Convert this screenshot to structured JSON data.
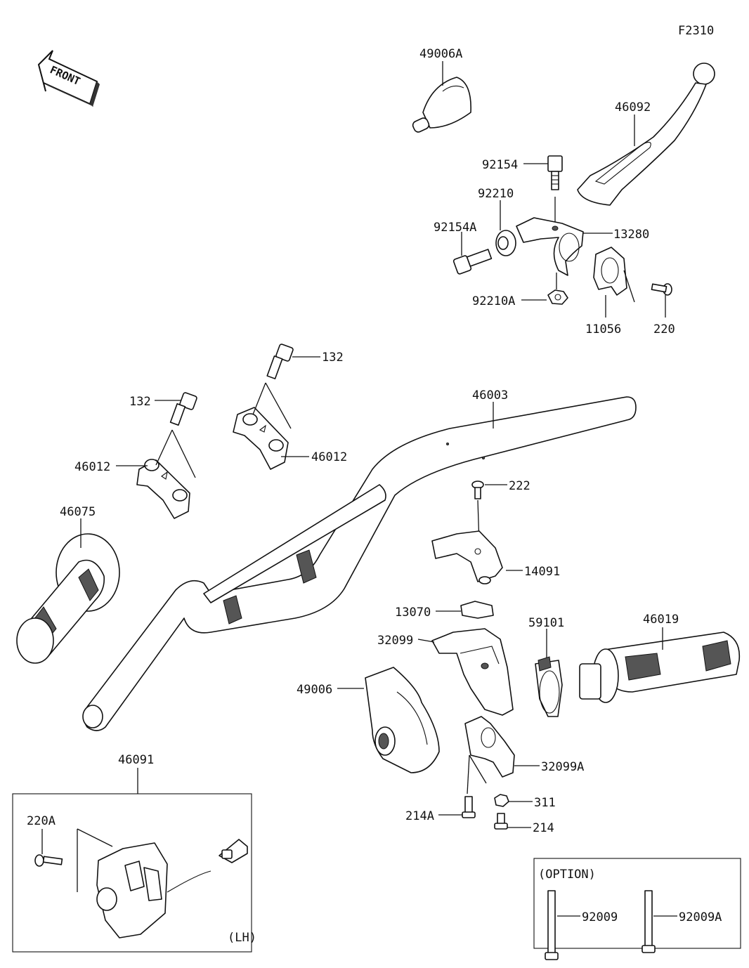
{
  "diagram_code": "F2310",
  "front_indicator": "FRONT",
  "option_box_title": "(OPTION)",
  "lh_box_note": "(LH)",
  "labels": {
    "p49006A": "49006A",
    "p46092": "46092",
    "p92154": "92154",
    "p92210": "92210",
    "p92154A": "92154A",
    "p13280": "13280",
    "p92210A": "92210A",
    "p11056": "11056",
    "p220": "220",
    "p132a": "132",
    "p132b": "132",
    "p46003": "46003",
    "p46012a": "46012",
    "p46012b": "46012",
    "p46075": "46075",
    "p222": "222",
    "p14091": "14091",
    "p13070": "13070",
    "p59101": "59101",
    "p46019": "46019",
    "p32099": "32099",
    "p49006": "49006",
    "p32099A": "32099A",
    "p311": "311",
    "p214A": "214A",
    "p214": "214",
    "p46091": "46091",
    "p220A": "220A",
    "p92009": "92009",
    "p92009A": "92009A"
  }
}
